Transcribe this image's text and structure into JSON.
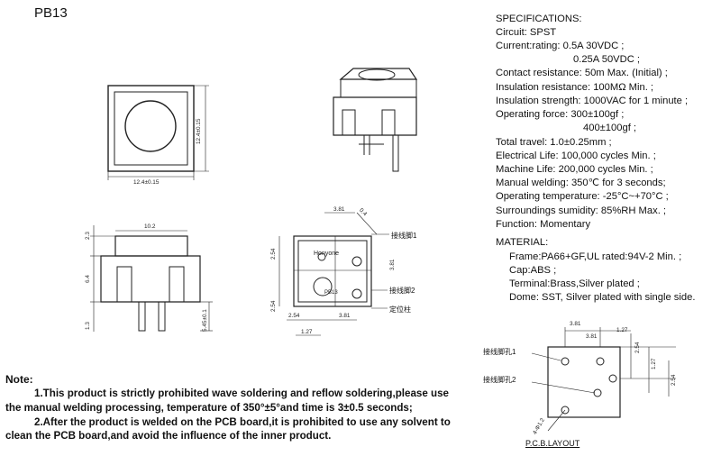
{
  "model": "PB13",
  "specifications": {
    "heading": "SPECIFICATIONS:",
    "lines": [
      "Circuit:  SPST",
      "Current:rating:  0.5A 30VDC  ;",
      "0.25A 50VDC  ;",
      "Contact resistance: 50m Max. (Initial) ;",
      "Insulation resistance: 100MΩ Min. ;",
      "Insulation strength:  1000VAC for 1 minute ;",
      "Operating force:  300±100gf ;",
      "400±100gf ;",
      "Total travel:  1.0±0.25mm ;",
      "Electrical Life: 100,000 cycles Min. ;",
      "Machine Life:  200,000 cycles Min. ;",
      "Manual welding: 350℃ for 3 seconds;",
      "Operating temperature: -25°C~+70°C ;",
      "Surroundings sumidity: 85%RH Max. ;",
      "Function:  Momentary"
    ]
  },
  "material": {
    "heading": "MATERIAL:",
    "lines": [
      "Frame:PA66+GF,UL rated:94V-2 Min. ;",
      "Cap:ABS ;",
      "Terminal:Brass,Silver plated ;",
      "Dome: SST, Silver plated with single side."
    ]
  },
  "notes": {
    "heading": "Note:",
    "lines": [
      "1.This product is strictly prohibited wave soldering and reflow soldering,please use",
      "the manual welding processing, temperature of 350°±5°and time is 3±0.5 seconds;",
      "2.After the product is welded on the PCB board,it is prohibited to use any solvent to",
      "clean the PCB board,and avoid the influence of the inner product."
    ]
  },
  "drawing_labels": {
    "top_width": "12.4±0.15",
    "top_height": "12.4±0.15",
    "side_width": "10.2",
    "side_top": "2.3",
    "side_mid": "6.4",
    "side_bottom": "1.3",
    "side_pin": "5.45±0.1",
    "bottom_381_top": "3.81",
    "bottom_04": "0.4",
    "bottom_254_left": "2.54",
    "bottom_254_left2": "2.54",
    "bottom_381_right": "3.81",
    "bottom_254_bottom": "2.54",
    "bottom_381_bottom": "3.81",
    "bottom_127": "1.27",
    "brand": "Honyone",
    "part": "PB13",
    "pin1": "接线脚1",
    "pin2": "接线脚2",
    "post": "定位柱",
    "pcb_381_a": "3.81",
    "pcb_381_b": "3.81",
    "pcb_127_top": "1.27",
    "pcb_254_r1": "2.54",
    "pcb_127_r": "1.27",
    "pcb_254_r2": "2.54",
    "pcb_hole": "4-Φ1.2",
    "pcb_hole1": "接线脚孔1",
    "pcb_hole2": "接线脚孔2",
    "pcb_title": "P.C.B.LAYOUT"
  }
}
